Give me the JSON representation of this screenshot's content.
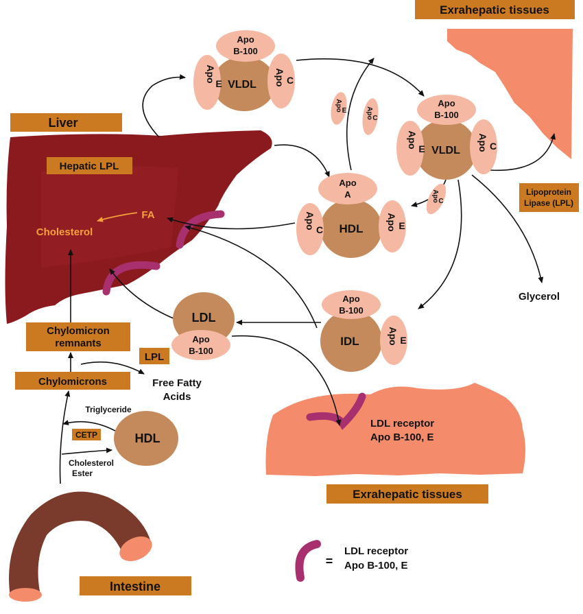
{
  "colors": {
    "label_box": "#cc7a22",
    "liver": "#8b1a1e",
    "tissue": "#f48b6b",
    "lipoprotein_core": "#c48a5c",
    "apo_pill": "#f5b9a3",
    "ldl_receptor": "#a8306e",
    "intestine": "#7a3a2c",
    "intestine_end": "#f48b6b",
    "orange_text": "#f5a13c",
    "arrow": "#111111"
  },
  "labels": {
    "tissue_top": "Exrahepatic tissues",
    "tissue_bottom": "Exrahepatic tissues",
    "liver": "Liver",
    "hepatic_lpl": "Hepatic LPL",
    "fa": "FA",
    "cholesterol": "Cholesterol",
    "chylomicron_remnants_1": "Chylomicron",
    "chylomicron_remnants_2": "remnants",
    "chylomicrons": "Chylomicrons",
    "lpl": "LPL",
    "free_fatty_1": "Free Fatty",
    "free_fatty_2": "Acids",
    "triglyceride": "Triglyceride",
    "cetp": "CETP",
    "cholesterol_ester_1": "Cholesterol",
    "cholesterol_ester_2": "Ester",
    "intestine": "Intestine",
    "lipoprotein_lipase_1": "Lipoprotein",
    "lipoprotein_lipase_2": "Lipase (LPL)",
    "glycerol": "Glycerol",
    "ldl_receptor_1": "LDL receptor",
    "ldl_receptor_2": "Apo B-100, E",
    "legend_equals": "=",
    "legend_1": "LDL receptor",
    "legend_2": "Apo B-100, E"
  },
  "particles": {
    "vldl_top": "VLDL",
    "vldl_right": "VLDL",
    "hdl_mid": "HDL",
    "idl": "IDL",
    "ldl": "LDL",
    "hdl_small": "HDL"
  },
  "apo": {
    "apo": "Apo",
    "b100": "B-100",
    "a": "A",
    "c": "C",
    "e": "E",
    "ap": "Ap",
    "o": "o",
    "p": "p"
  }
}
